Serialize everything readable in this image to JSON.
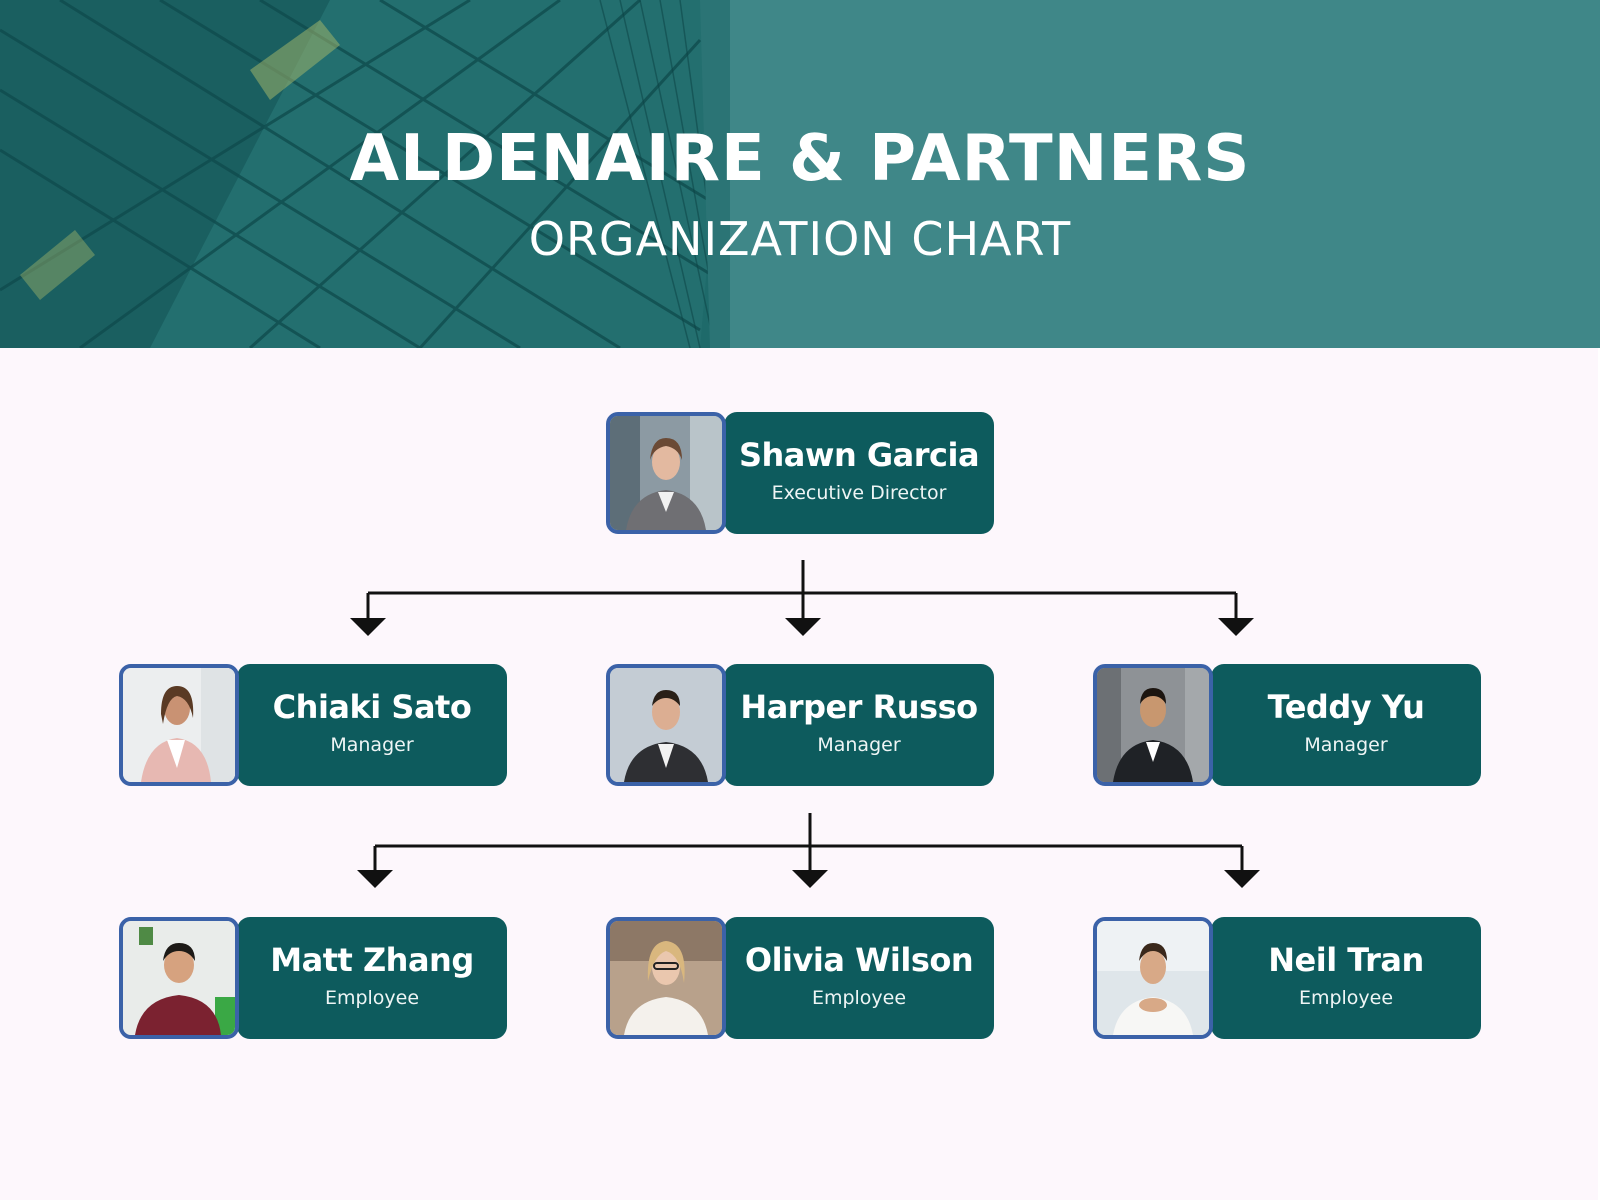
{
  "header": {
    "title": "ALDENAIRE & PARTNERS",
    "subtitle": "ORGANIZATION CHART"
  },
  "colors": {
    "header_bg": "#3f8788",
    "card_bg": "#0d5b5d",
    "photo_border": "#3b62a8",
    "page_bg": "#fdf7fc",
    "connector": "#111111"
  },
  "org": {
    "director": {
      "name": "Shawn Garcia",
      "role": "Executive Director",
      "photo": "portrait-photo"
    },
    "managers": [
      {
        "name": "Chiaki Sato",
        "role": "Manager",
        "photo": "portrait-photo"
      },
      {
        "name": "Harper Russo",
        "role": "Manager",
        "photo": "portrait-photo"
      },
      {
        "name": "Teddy Yu",
        "role": "Manager",
        "photo": "portrait-photo"
      }
    ],
    "employees": [
      {
        "name": "Matt Zhang",
        "role": "Employee",
        "photo": "portrait-photo"
      },
      {
        "name": "Olivia Wilson",
        "role": "Employee",
        "photo": "portrait-photo"
      },
      {
        "name": "Neil Tran",
        "role": "Employee",
        "photo": "portrait-photo"
      }
    ]
  }
}
